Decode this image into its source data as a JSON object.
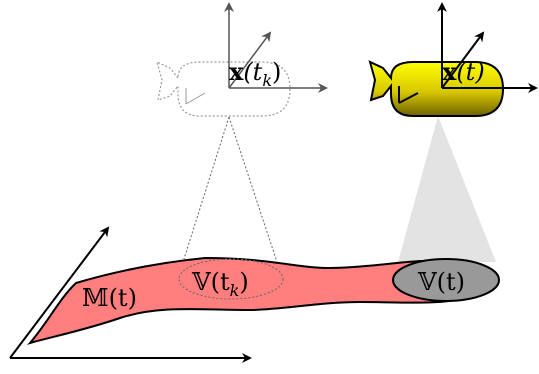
{
  "diagram": {
    "labels": {
      "past_pose_symbol": "x",
      "past_pose_arg": "(t",
      "past_pose_sub": "k",
      "past_pose_close": ")",
      "current_pose_symbol": "x",
      "current_pose_arg": "(t)",
      "map_label": "𝕄(t)",
      "past_view_symbol": "𝕍(t",
      "past_view_sub": "k",
      "past_view_close": ")",
      "current_view_label": "𝕍(t)"
    },
    "colors": {
      "map_fill": "#ff7f7f",
      "current_view_fill": "#999999",
      "camera_fill_top": "#ffff00",
      "camera_fill_bottom": "#7a6a00",
      "frustum_fill": "#e3e3e3",
      "past_camera_stroke": "#999999",
      "axis_color": "#000000",
      "past_axis_color": "#555555"
    },
    "icons": {
      "past_camera": "camera-outline-icon",
      "current_camera": "camera-icon"
    }
  }
}
